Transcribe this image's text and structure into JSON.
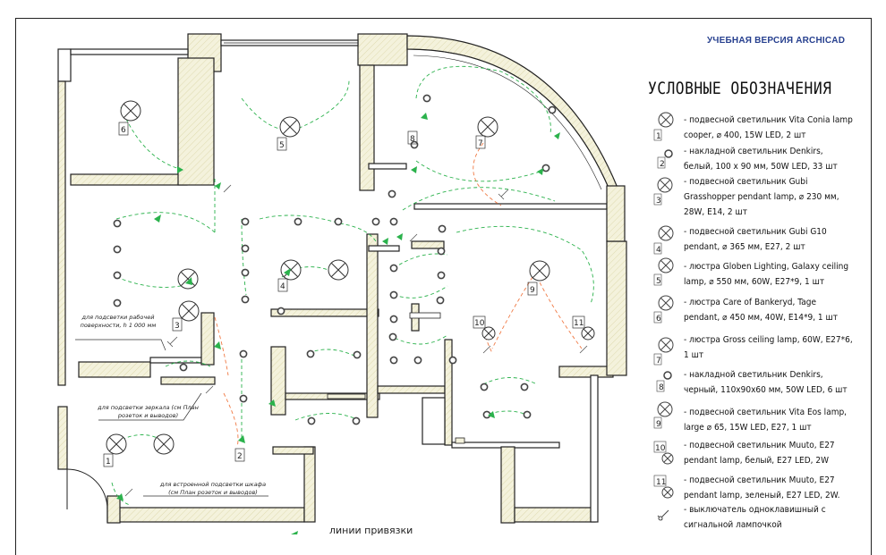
{
  "watermark": "УЧЕБНАЯ ВЕРСИЯ ARCHICAD",
  "legend": {
    "title": "УСЛОВНЫЕ ОБОЗНАЧЕНИЯ",
    "items": [
      {
        "num": "1",
        "symbol": "cross-circle",
        "text": "- подвесной светильник Vita Conia lamp cooper, ⌀ 400, 15W LED, 2 шт"
      },
      {
        "num": "2",
        "symbol": "small-circle",
        "text": "- накладной светильник Denkirs, белый, 100 x 90 мм, 50W LED, 33 шт"
      },
      {
        "num": "3",
        "symbol": "cross-circle",
        "text": "- подвесной светильник Gubi Grasshopper pendant lamp, ⌀ 230 мм, 28W, E14, 2 шт"
      },
      {
        "num": "4",
        "symbol": "cross-circle",
        "text": "- подвесной светильник Gubi G10 pendant, ⌀ 365 мм, E27, 2 шт"
      },
      {
        "num": "5",
        "symbol": "cross-circle",
        "text": "- люстра Globen Lighting, Galaxy ceiling lamp, ⌀ 550 мм, 60W, E27*9, 1 шт"
      },
      {
        "num": "6",
        "symbol": "cross-circle",
        "text": "- люстра Care of Bankeryd, Tage pendant, ⌀ 450 мм, 40W, E14*9, 1 шт"
      },
      {
        "num": "7",
        "symbol": "cross-circle",
        "text": "- люстра Gross ceiling lamp, 60W, E27*6, 1 шт"
      },
      {
        "num": "8",
        "symbol": "small-circle",
        "text": "- накладной светильник Denkirs, черный, 110x90x60 мм, 50W LED, 6 шт"
      },
      {
        "num": "9",
        "symbol": "cross-circle",
        "text": "- подвесной светильник Vita Eos lamp, large ⌀ 65, 15W LED, E27, 1 шт"
      },
      {
        "num": "10",
        "symbol": "cross-circle",
        "text": "- подвесной светильник Muuto, E27 pendant lamp, белый, E27 LED, 2W"
      },
      {
        "num": "11",
        "symbol": "cross-circle",
        "text": "- подвесной светильник Muuto, E27 pendant lamp, зеленый, E27 LED, 2W."
      },
      {
        "num": "",
        "symbol": "switch",
        "text": "- выключатель одноклавишный с сигнальной лампочкой"
      }
    ]
  },
  "plan": {
    "notes": {
      "work_surface": "для подсветки рабочей поверхности, h 1 000 мм",
      "mirror": "для подсветки зеркала (см План розеток и выводов)",
      "closet": "для встроенной подсветки шкафа (см План розеток и выводов)"
    },
    "fixture_labels": [
      "1",
      "2",
      "3",
      "4",
      "5",
      "6",
      "7",
      "8",
      "9",
      "10",
      "11"
    ],
    "bottom_caption": "линии привязки"
  },
  "colors": {
    "wall_fill": "#f3f1da",
    "wall_stroke": "#222222",
    "green_line": "#2bb24c",
    "orange_line": "#f07a45",
    "watermark": "#27408f"
  }
}
